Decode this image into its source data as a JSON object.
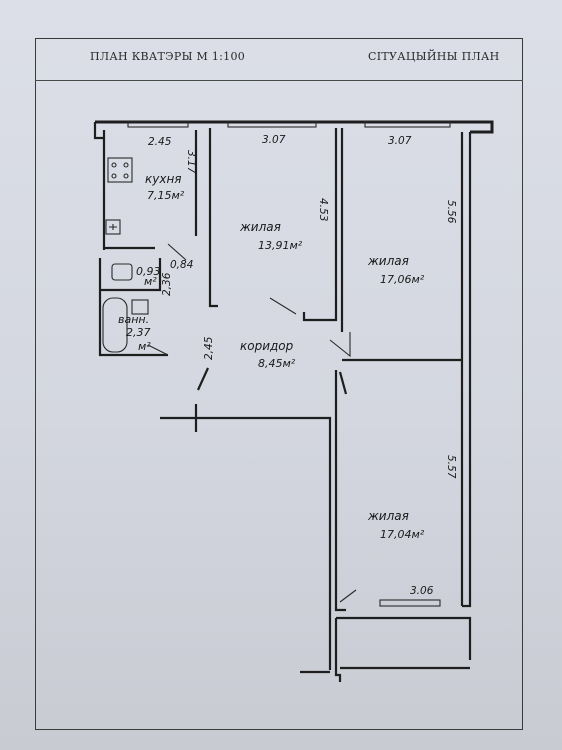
{
  "header": {
    "left_title": "ПЛАН КВАТЭРЫ М 1:100",
    "right_title": "СІТУАЦЫЙНЫ ПЛАН"
  },
  "rooms": {
    "kitchen": {
      "name": "кухня",
      "area": "7,15м²"
    },
    "living1": {
      "name": "жилая",
      "area": "13,91м²"
    },
    "living2": {
      "name": "жилая",
      "area": "17,06м²"
    },
    "living3": {
      "name": "жилая",
      "area": "17,04м²"
    },
    "corridor": {
      "name": "коридор",
      "area": "8,45м²"
    },
    "toilet": {
      "area": "0,93",
      "unit": "м²"
    },
    "bathroom": {
      "name": "ванн.",
      "area": "2,37",
      "unit": "м²"
    }
  },
  "dimensions": {
    "kitchen_width": "2.45",
    "kitchen_height": "3.17",
    "living1_width": "3.07",
    "living1_height": "4.53",
    "living2_width": "3.07",
    "living2_height": "5.56",
    "living3_height": "5.57",
    "living3_width": "3.06",
    "toilet_dim": "0,84",
    "bath_dim": "2,36",
    "corridor_dim": "2,45"
  }
}
